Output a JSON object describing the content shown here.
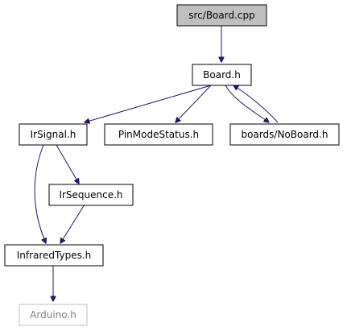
{
  "graph": {
    "colors": {
      "edge": "#191970",
      "node_border": "#000000",
      "node_fill": "#ffffff",
      "current_node_fill": "#bfbfbf",
      "external_node_border": "#bfbfbf",
      "external_node_text": "#7f7f7f"
    },
    "nodes": {
      "board_cpp": {
        "label": "src/Board.cpp"
      },
      "board_h": {
        "label": "Board.h"
      },
      "irsignal_h": {
        "label": "IrSignal.h"
      },
      "pinmodestatus_h": {
        "label": "PinModeStatus.h"
      },
      "noboard_h": {
        "label": "boards/NoBoard.h"
      },
      "irsequence_h": {
        "label": "IrSequence.h"
      },
      "infraredtypes_h": {
        "label": "InfraredTypes.h"
      },
      "arduino_h": {
        "label": "Arduino.h"
      }
    },
    "edges": [
      {
        "from": "src/Board.cpp",
        "to": "Board.h"
      },
      {
        "from": "Board.h",
        "to": "IrSignal.h"
      },
      {
        "from": "Board.h",
        "to": "PinModeStatus.h"
      },
      {
        "from": "Board.h",
        "to": "boards/NoBoard.h"
      },
      {
        "from": "boards/NoBoard.h",
        "to": "Board.h"
      },
      {
        "from": "IrSignal.h",
        "to": "IrSequence.h"
      },
      {
        "from": "IrSignal.h",
        "to": "InfraredTypes.h"
      },
      {
        "from": "IrSequence.h",
        "to": "InfraredTypes.h"
      },
      {
        "from": "InfraredTypes.h",
        "to": "Arduino.h"
      }
    ]
  }
}
